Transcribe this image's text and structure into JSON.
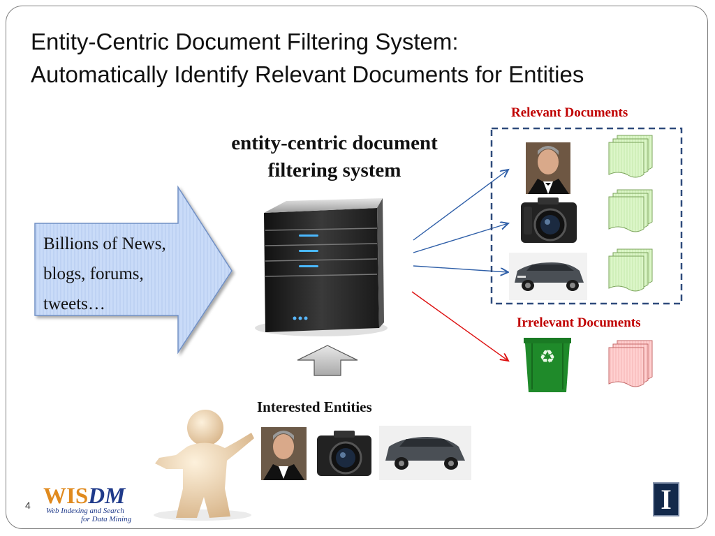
{
  "slide": {
    "title_line1": "Entity-Centric Document Filtering System:",
    "title_line2": "Automatically Identify Relevant Documents for Entities",
    "system_label_line1": "entity-centric document",
    "system_label_line2": "filtering system",
    "input_line1": "Billions of News,",
    "input_line2": "blogs, forums,",
    "input_line3": "tweets…",
    "relevant_label": "Relevant Documents",
    "irrelevant_label": "Irrelevant Documents",
    "interested_label": "Interested Entities",
    "page_number": "4"
  },
  "logo": {
    "wis": "WIS",
    "dm": "DM",
    "sub1": "Web Indexing and Search",
    "sub2": "for Data Mining",
    "university_mark": "I"
  },
  "colors": {
    "accent_red": "#c00000",
    "relevant_doc_fill": "#d9f5c4",
    "irrelevant_doc_fill": "#ffc9c9",
    "box_border": "#2f4b7c",
    "trash_green": "#1f8a2a",
    "input_arrow_fill": "#c7d9f7"
  },
  "icons": [
    "server-icon",
    "person-icon",
    "camera-icon",
    "car-icon",
    "recycle-bin-icon",
    "document-stack-icon",
    "up-arrow-icon"
  ]
}
